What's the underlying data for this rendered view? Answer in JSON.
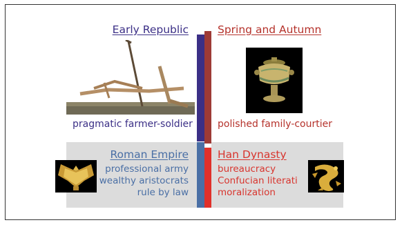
{
  "top_left": {
    "title": "Early Republic",
    "caption": "pragmatic farmer-soldier"
  },
  "top_right": {
    "title": "Spring and Autumn",
    "caption": "polished family-courtier"
  },
  "bottom_left": {
    "title": "Roman Empire",
    "lines": [
      "professional army",
      "wealthy aristocrats",
      "rule by law"
    ]
  },
  "bottom_right": {
    "title": "Han Dynasty",
    "lines": [
      "bureaucracy",
      "Confucian literati",
      "moralization"
    ]
  },
  "colors": {
    "purple": "#3b2f86",
    "maroon": "#9e3a36",
    "steel": "#4a6fa5",
    "red": "#e0302a",
    "grey_band": "#dcdcdc"
  },
  "icons": {
    "plough": "wooden-plough-image",
    "vessel": "bronze-vessel-image",
    "eagle": "golden-eagle-image",
    "dragon": "golden-dragon-image"
  }
}
